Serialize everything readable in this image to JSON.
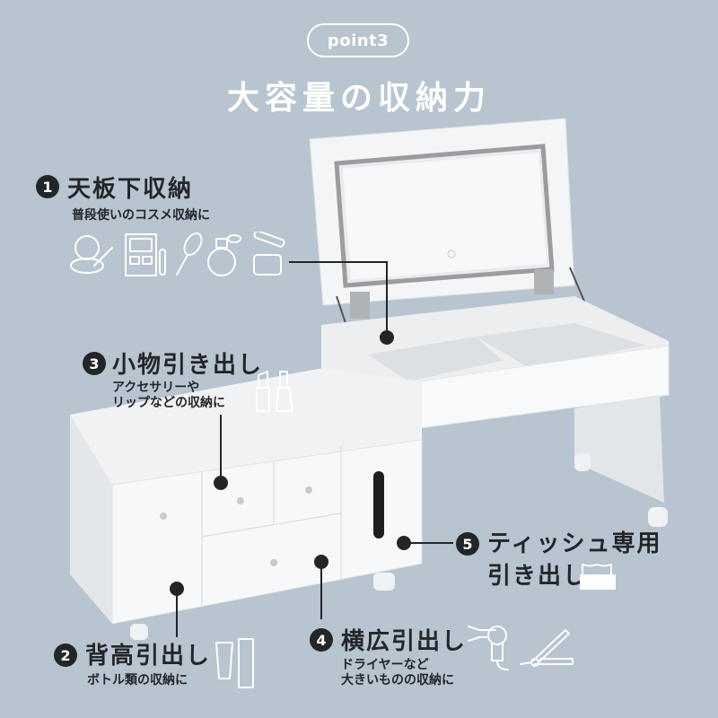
{
  "badge": {
    "label": "point3"
  },
  "title": "大容量の収納力",
  "colors": {
    "background": "#b8c4d0",
    "text": "#232629",
    "furniture": "#f4f5f6",
    "accent_white": "#ffffff"
  },
  "callouts": [
    {
      "number": "1",
      "heading": "天板下収納",
      "sub": "普段使いのコスメ収納に",
      "icons": [
        "compact-mirror-icon",
        "eyeshadow-palette-icon",
        "hairbrush-icon",
        "perfume-bottle-icon",
        "cream-jar-icon"
      ]
    },
    {
      "number": "2",
      "heading": "背高引出し",
      "sub": "ボトル類の収納に",
      "icons": [
        "tube-icon",
        "spray-bottle-icon"
      ]
    },
    {
      "number": "3",
      "heading": "小物引き出し",
      "sub": "アクセサリーや\nリップなどの収納に",
      "icons": [
        "lipstick-icon",
        "nail-polish-icon"
      ]
    },
    {
      "number": "4",
      "heading": "横広引出し",
      "sub": "ドライヤーなど\n大きいものの収納に",
      "icons": [
        "hair-dryer-icon",
        "hair-iron-icon"
      ]
    },
    {
      "number": "5",
      "heading": "ティッシュ専用\n引き出し",
      "sub": "",
      "icons": [
        "tissue-box-icon"
      ]
    }
  ]
}
